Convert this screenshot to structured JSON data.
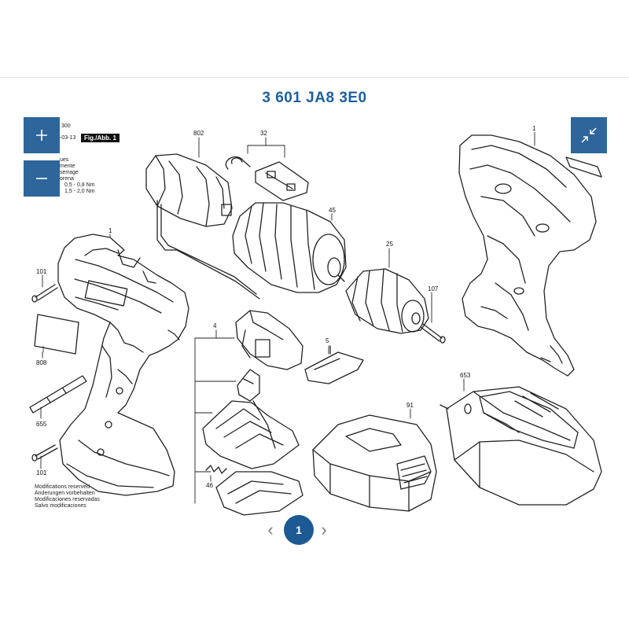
{
  "title": "3 601 JA8 3E0",
  "fig_label": "Fig./Abb. 1",
  "header_small": [
    "300",
    "-03-13"
  ],
  "legend_lines": [
    "ues",
    "mente",
    "serrage",
    "orena",
    "0,5 - 0,8 Nm",
    "1,5 - 2,0 Nm"
  ],
  "part_numbers": {
    "p802": "802",
    "p32": "32",
    "p1_top": "1",
    "p45": "45",
    "p1_housing": "1",
    "p101_top": "101",
    "p808": "808",
    "p4": "4",
    "p25": "25",
    "p107": "107",
    "p5": "5",
    "p655": "655",
    "p653": "653",
    "p91": "91",
    "p101_bottom": "101",
    "p46": "46"
  },
  "notes": [
    "Modifications reserved",
    "Änderungen vorbehalten",
    "Modificaciones reservadas",
    "Salvo modificaciones"
  ],
  "controls": {
    "zoom_in": "+",
    "zoom_out": "−"
  },
  "pagination": {
    "current": "1",
    "prev": "‹",
    "next": "›"
  },
  "colors": {
    "accent": "#1d5a93",
    "title": "#1f5f9c"
  },
  "icons": {
    "zoom_in": "plus-icon",
    "zoom_out": "minus-icon",
    "fullscreen": "collapse-arrows-icon"
  }
}
